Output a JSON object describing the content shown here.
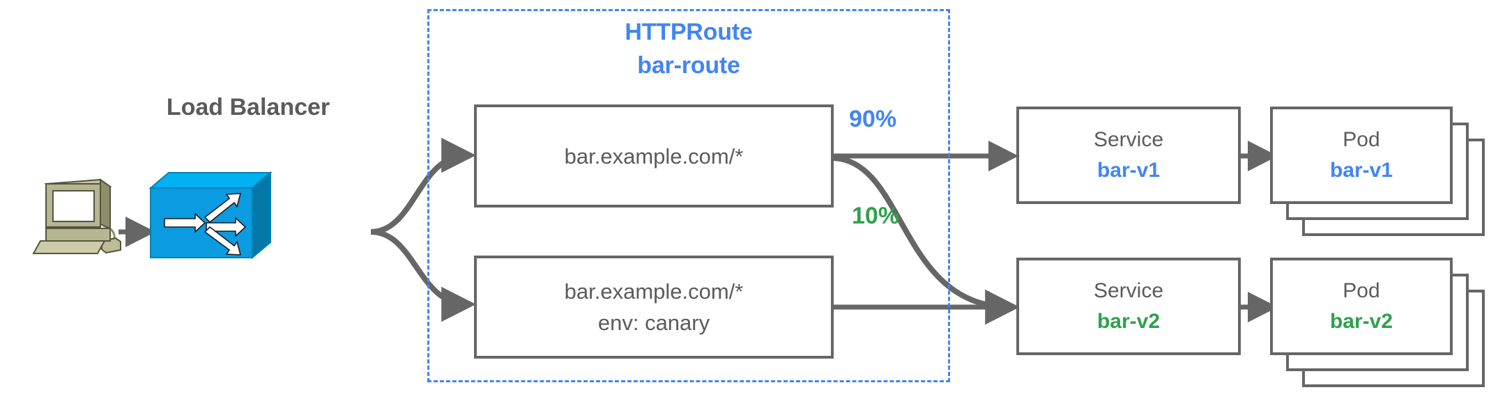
{
  "diagram": {
    "title": "Gateway API HTTPRoute traffic splitting diagram",
    "colors": {
      "blue": "#4285F4",
      "green": "#2FA14D",
      "gray": "#5b5b5b",
      "border": "#666666",
      "lb_blue": "#0A9BE0",
      "computer_khaki": "#A8A878"
    }
  },
  "client": {
    "icon": "computer-icon"
  },
  "load_balancer": {
    "label": "Load Balancer",
    "icon": "load-balancer-icon"
  },
  "httproute": {
    "kind": "HTTPRoute",
    "name": "bar-route"
  },
  "rules": [
    {
      "lines": [
        "bar.example.com/*"
      ]
    },
    {
      "lines": [
        "bar.example.com/*",
        "env: canary"
      ]
    }
  ],
  "weights": [
    {
      "label": "90%",
      "color": "blue"
    },
    {
      "label": "10%",
      "color": "green"
    }
  ],
  "services": [
    {
      "kind": "Service",
      "name": "bar-v1",
      "color": "blue"
    },
    {
      "kind": "Service",
      "name": "bar-v2",
      "color": "green"
    }
  ],
  "pods": [
    {
      "kind": "Pod",
      "name": "bar-v1",
      "color": "blue",
      "replicas": 3
    },
    {
      "kind": "Pod",
      "name": "bar-v2",
      "color": "green",
      "replicas": 3
    }
  ]
}
